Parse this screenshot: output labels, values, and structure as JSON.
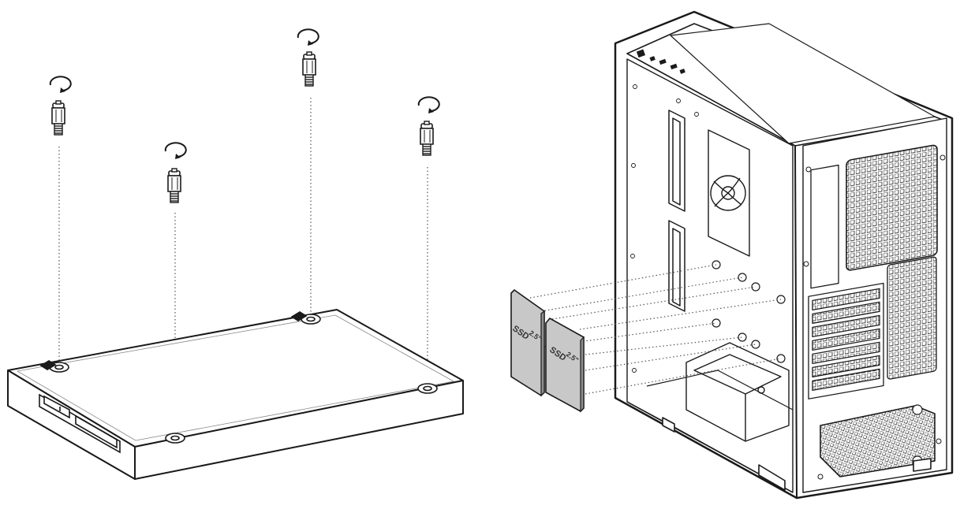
{
  "diagram": {
    "left_panel": {
      "screws": [
        {
          "id": "screw-1"
        },
        {
          "id": "screw-2"
        },
        {
          "id": "screw-3"
        },
        {
          "id": "screw-4"
        }
      ]
    },
    "right_panel": {
      "ssd_drives": [
        {
          "label_main": "SSD",
          "label_size": "2.5\""
        },
        {
          "label_main": "SSD",
          "label_size": "2.5\""
        }
      ]
    }
  },
  "colors": {
    "line": "#1a1a1a",
    "drive_fill": "#c8c8c8",
    "drive_dark": "#8e8e8e",
    "background": "#ffffff"
  }
}
